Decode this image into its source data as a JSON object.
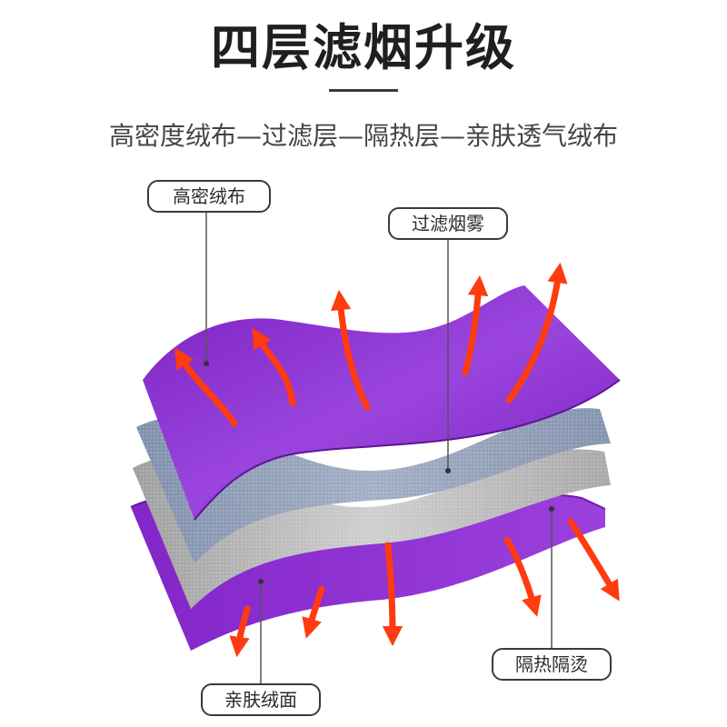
{
  "title": "四层滤烟升级",
  "subtitle": "高密度绒布—过滤层—隔热层—亲肤透气绒布",
  "callouts": {
    "top_layer": "高密绒布",
    "smoke_filter": "过滤烟雾",
    "heat_insulation": "隔热隔烫",
    "skin_layer": "亲肤绒面"
  },
  "colors": {
    "purple_layer": "#8a2fd0",
    "blue_grey_layer": "#8e9bb3",
    "silver_layer": "#b6b6b6",
    "arrow": "#ff3b0f"
  }
}
